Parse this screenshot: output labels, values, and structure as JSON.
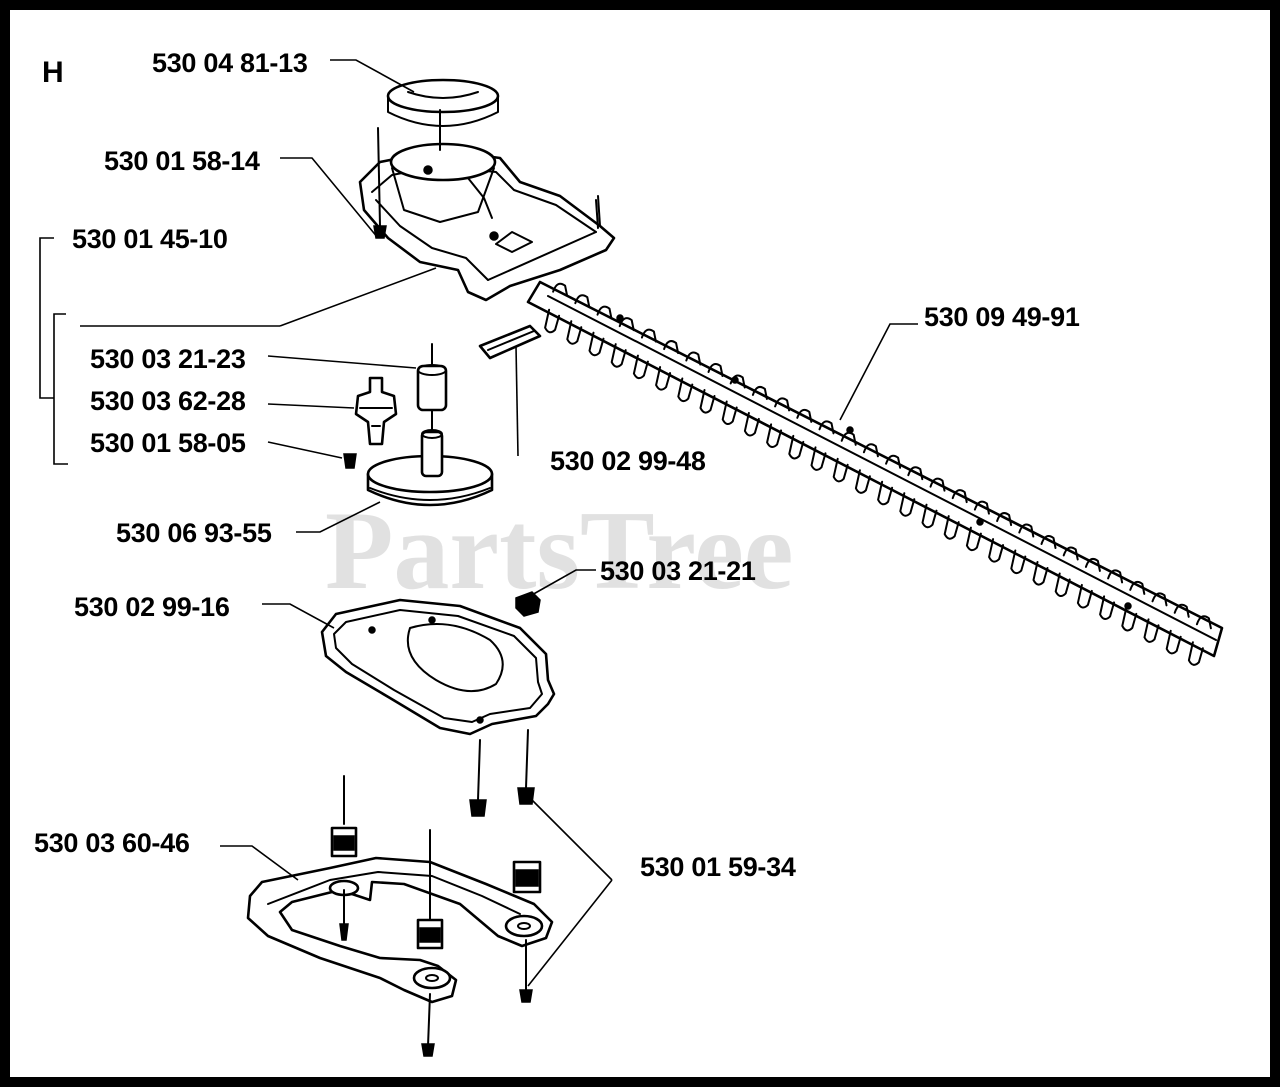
{
  "section_letter": "H",
  "watermark": "PartsTree",
  "parts": {
    "p1": "530 04 81-13",
    "p2": "530 01 58-14",
    "p3": "530 01 45-10",
    "p4": "530 03 21-23",
    "p5": "530 03 62-28",
    "p6": "530 01 58-05",
    "p7": "530 06 93-55",
    "p8": "530 02 99-48",
    "p9": "530 09 49-91",
    "p10": "530 03 21-21",
    "p11": "530 02 99-16",
    "p12": "530 03 60-46",
    "p13": "530 01 59-34"
  }
}
